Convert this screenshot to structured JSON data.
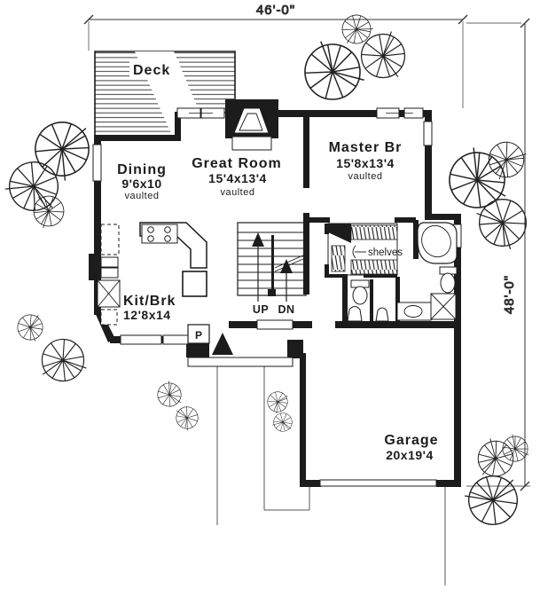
{
  "title": "House floor plan",
  "dimensions": {
    "width": "46'-0\"",
    "height": "48'-0\""
  },
  "rooms": {
    "deck": {
      "name": "Deck"
    },
    "dining": {
      "name": "Dining",
      "size": "9'6x10",
      "note": "vaulted"
    },
    "great_room": {
      "name": "Great Room",
      "size": "15'4x13'4",
      "note": "vaulted"
    },
    "master_bedroom": {
      "name": "Master Br",
      "size": "15'8x13'4",
      "note": "vaulted"
    },
    "kitchen": {
      "name": "Kit/Brk",
      "size": "12'8x14"
    },
    "garage": {
      "name": "Garage",
      "size": "20x19'4"
    }
  },
  "labels": {
    "stairs_up": "UP",
    "stairs_down": "DN",
    "shelves": "shelves",
    "pantry": "P"
  },
  "colors": {
    "ink": "#1c1c1c",
    "paper": "#ffffff"
  }
}
